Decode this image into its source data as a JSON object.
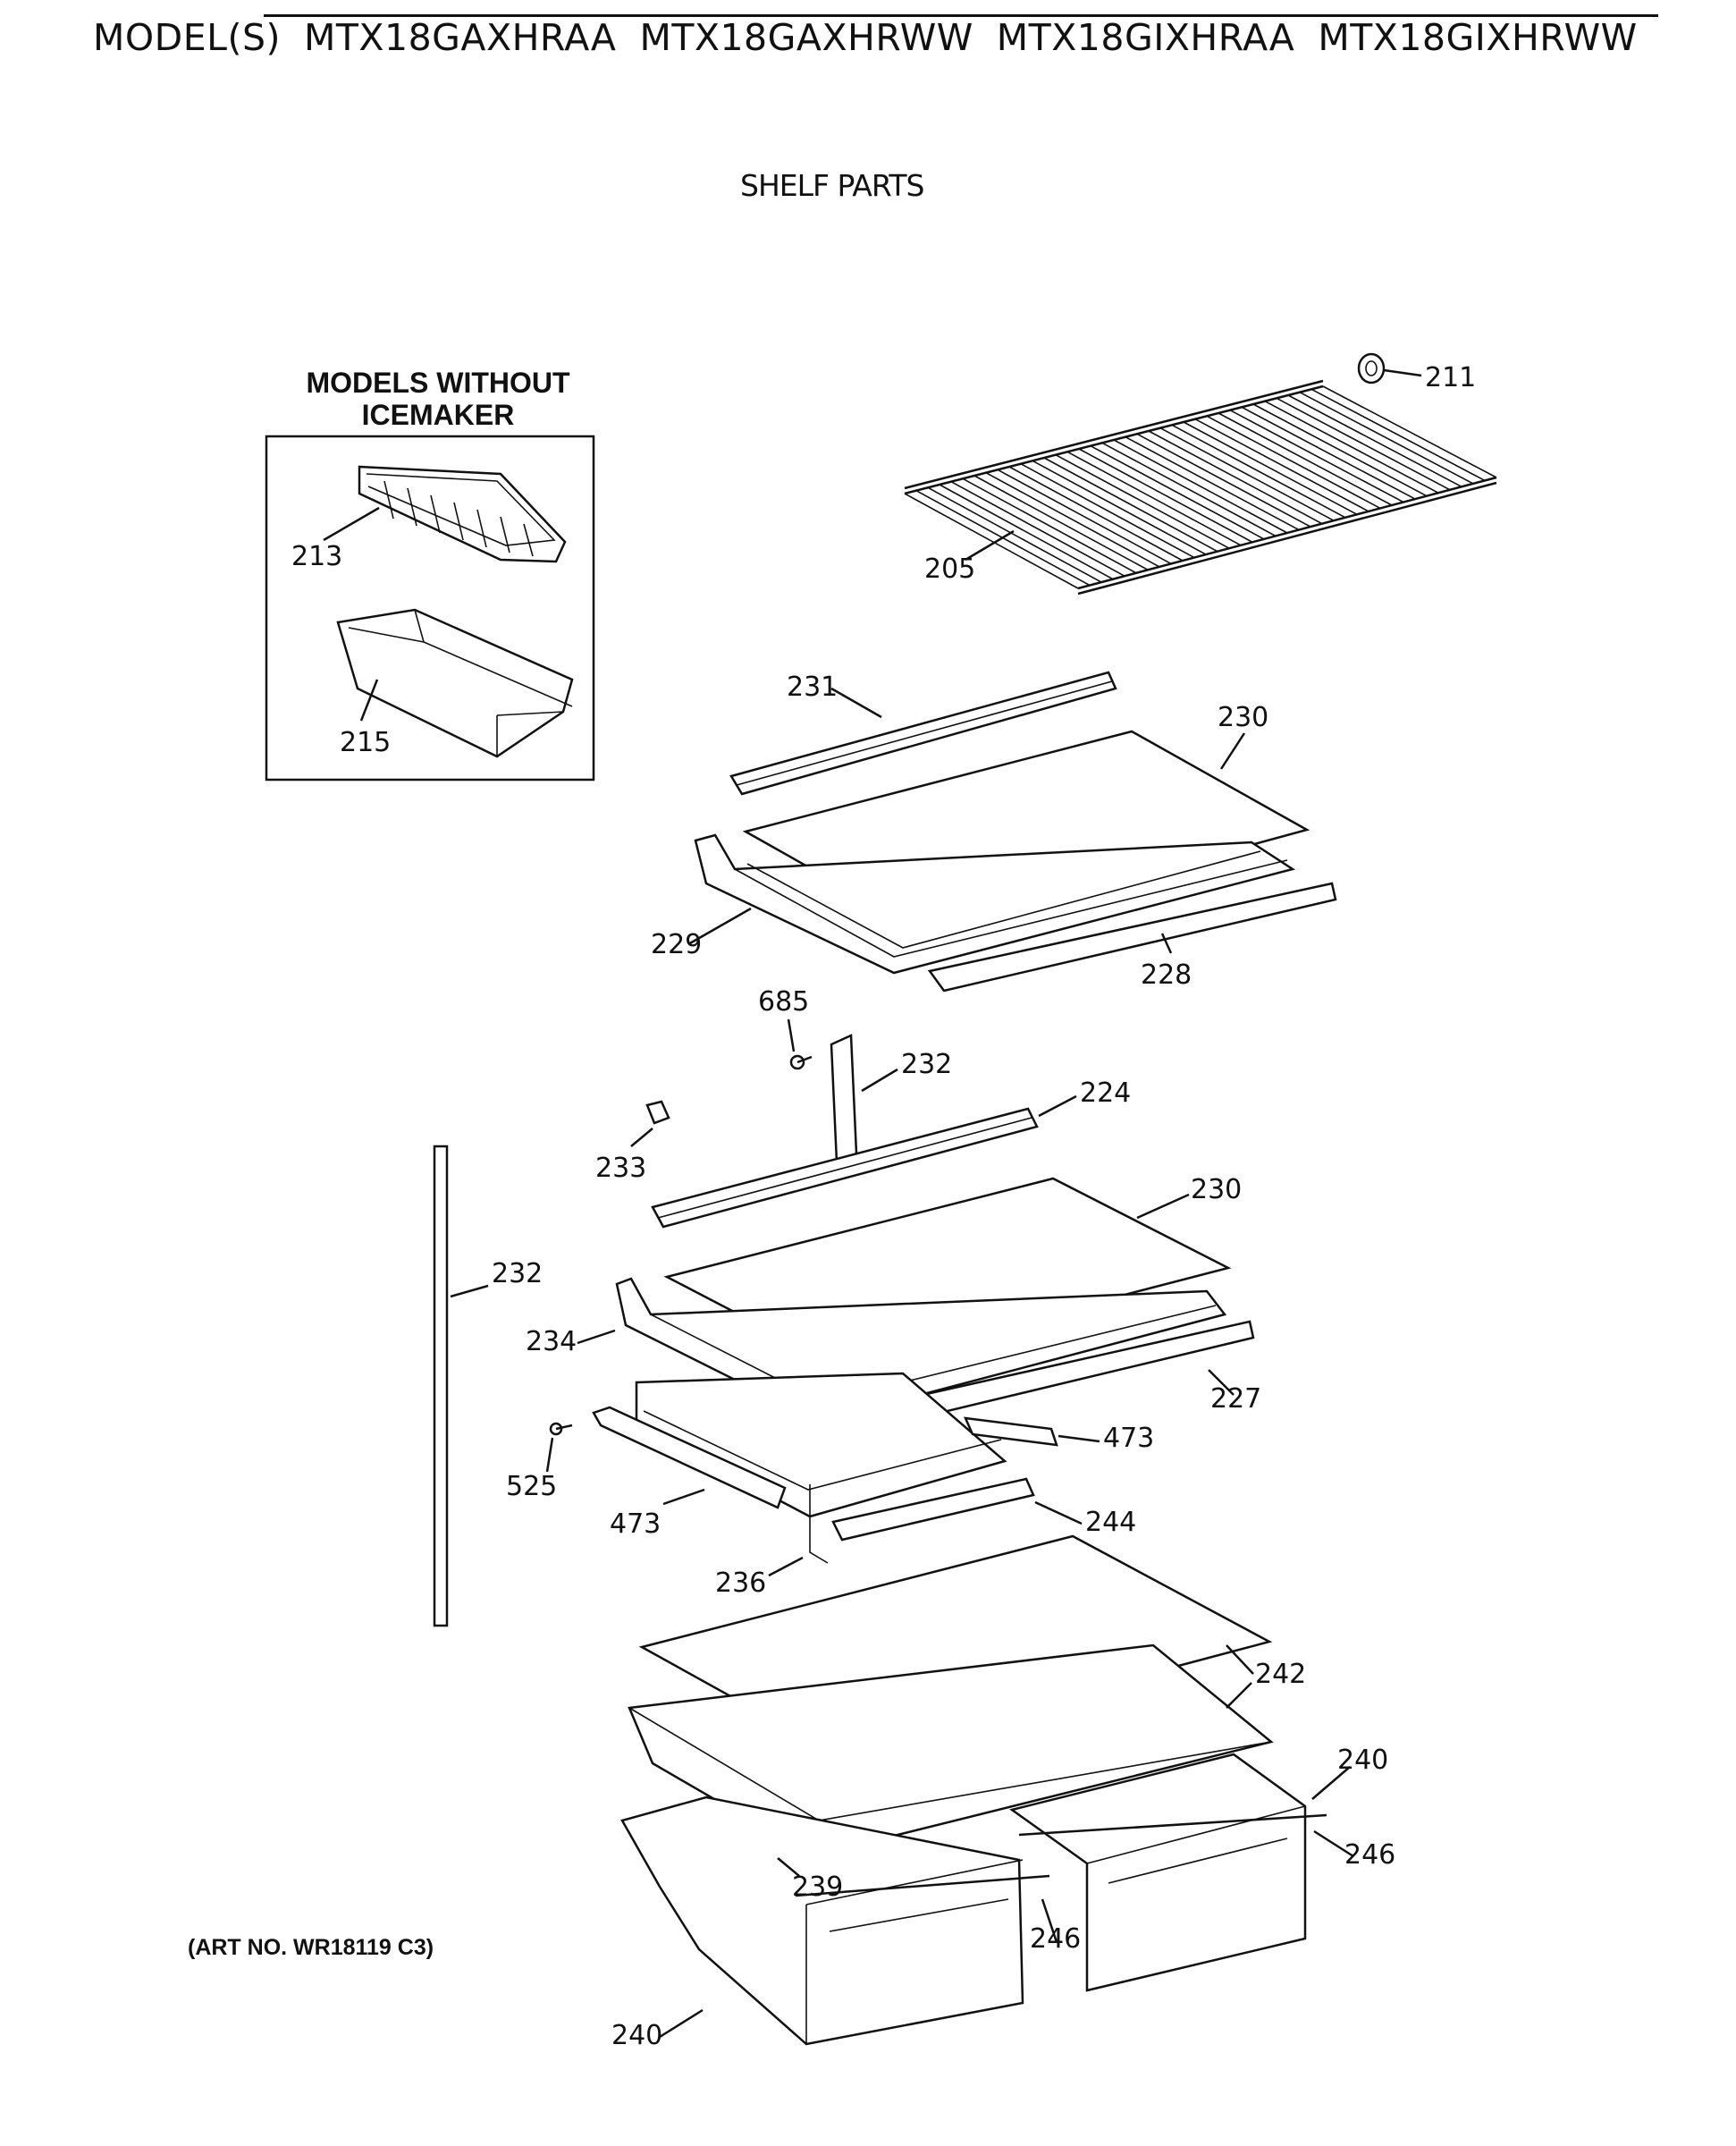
{
  "header": {
    "models_prefix": "MODEL(S)",
    "models": [
      "MTX18GAXHRAA",
      "MTX18GAXHRWW",
      "MTX18GIXHRAA",
      "MTX18GIXHRWW"
    ]
  },
  "section_title": "SHELF PARTS",
  "inset": {
    "title_line1": "MODELS WITHOUT",
    "title_line2": "ICEMAKER"
  },
  "art_number": "(ART NO. WR18119 C3)",
  "callouts": [
    {
      "id": "c211",
      "text": "211"
    },
    {
      "id": "c213",
      "text": "213"
    },
    {
      "id": "c205",
      "text": "205"
    },
    {
      "id": "c215",
      "text": "215"
    },
    {
      "id": "c231",
      "text": "231"
    },
    {
      "id": "c230a",
      "text": "230"
    },
    {
      "id": "c229",
      "text": "229"
    },
    {
      "id": "c228",
      "text": "228"
    },
    {
      "id": "c685",
      "text": "685"
    },
    {
      "id": "c232a",
      "text": "232"
    },
    {
      "id": "c224",
      "text": "224"
    },
    {
      "id": "c233",
      "text": "233"
    },
    {
      "id": "c230b",
      "text": "230"
    },
    {
      "id": "c232b",
      "text": "232"
    },
    {
      "id": "c234",
      "text": "234"
    },
    {
      "id": "c227",
      "text": "227"
    },
    {
      "id": "c473a",
      "text": "473"
    },
    {
      "id": "c525",
      "text": "525"
    },
    {
      "id": "c244",
      "text": "244"
    },
    {
      "id": "c473b",
      "text": "473"
    },
    {
      "id": "c236",
      "text": "236"
    },
    {
      "id": "c242",
      "text": "242"
    },
    {
      "id": "c240a",
      "text": "240"
    },
    {
      "id": "c246a",
      "text": "246"
    },
    {
      "id": "c239",
      "text": "239"
    },
    {
      "id": "c246b",
      "text": "246"
    },
    {
      "id": "c240b",
      "text": "240"
    }
  ]
}
